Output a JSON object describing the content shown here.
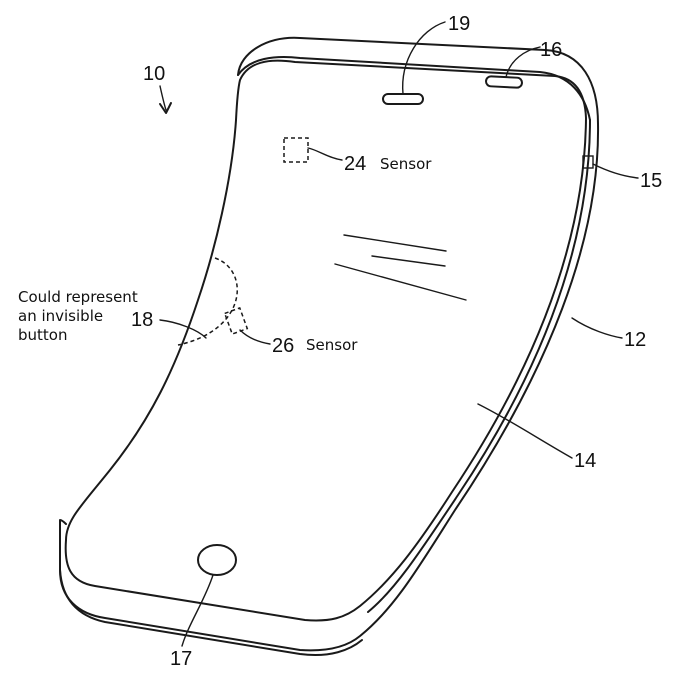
{
  "figure": {
    "ref_device": "10",
    "labels": {
      "n19": "19",
      "n16": "16",
      "n15": "15",
      "n12": "12",
      "n14": "14",
      "n17": "17",
      "n18": "18",
      "n24": "24",
      "n26": "26",
      "sensor_word_24": "Sensor",
      "sensor_word_26": "Sensor"
    },
    "note_lines": [
      "Could represent",
      "an invisible",
      "button"
    ]
  }
}
